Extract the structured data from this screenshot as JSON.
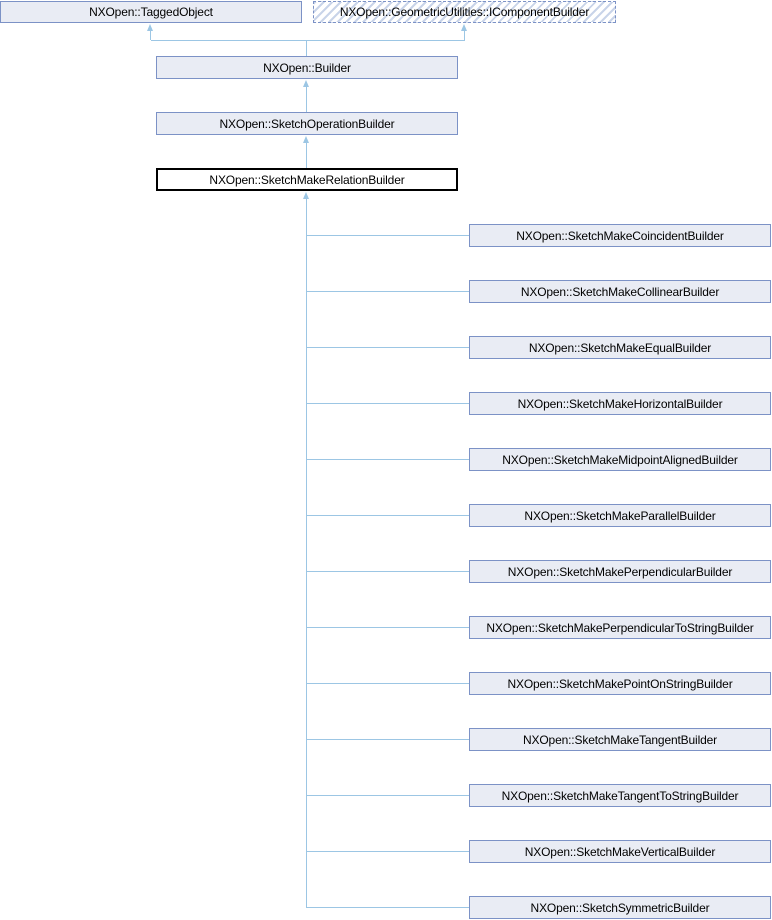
{
  "diagram": {
    "type": "class-inheritance-diagram",
    "colors": {
      "diagram_bg": "#ffffff",
      "node_fill": "#e9ecf4",
      "node_border": "#7c92c6",
      "highlight_border": "#000000",
      "highlight_fill": "#ffffff",
      "edge": "#9cc6e4",
      "hatch_stripe": "#c9d4e9"
    },
    "nodes": {
      "tagged_object": {
        "label": "NXOpen::TaggedObject"
      },
      "icomponent_builder": {
        "label": "NXOpen::GeometricUtilities::IComponentBuilder"
      },
      "builder": {
        "label": "NXOpen::Builder"
      },
      "sketch_operation_builder": {
        "label": "NXOpen::SketchOperationBuilder"
      },
      "sketch_make_relation_builder": {
        "label": "NXOpen::SketchMakeRelationBuilder"
      }
    },
    "derived": [
      "NXOpen::SketchMakeCoincidentBuilder",
      "NXOpen::SketchMakeCollinearBuilder",
      "NXOpen::SketchMakeEqualBuilder",
      "NXOpen::SketchMakeHorizontalBuilder",
      "NXOpen::SketchMakeMidpointAlignedBuilder",
      "NXOpen::SketchMakeParallelBuilder",
      "NXOpen::SketchMakePerpendicularBuilder",
      "NXOpen::SketchMakePerpendicularToStringBuilder",
      "NXOpen::SketchMakePointOnStringBuilder",
      "NXOpen::SketchMakeTangentBuilder",
      "NXOpen::SketchMakeTangentToStringBuilder",
      "NXOpen::SketchMakeVerticalBuilder",
      "NXOpen::SketchSymmetricBuilder"
    ]
  }
}
